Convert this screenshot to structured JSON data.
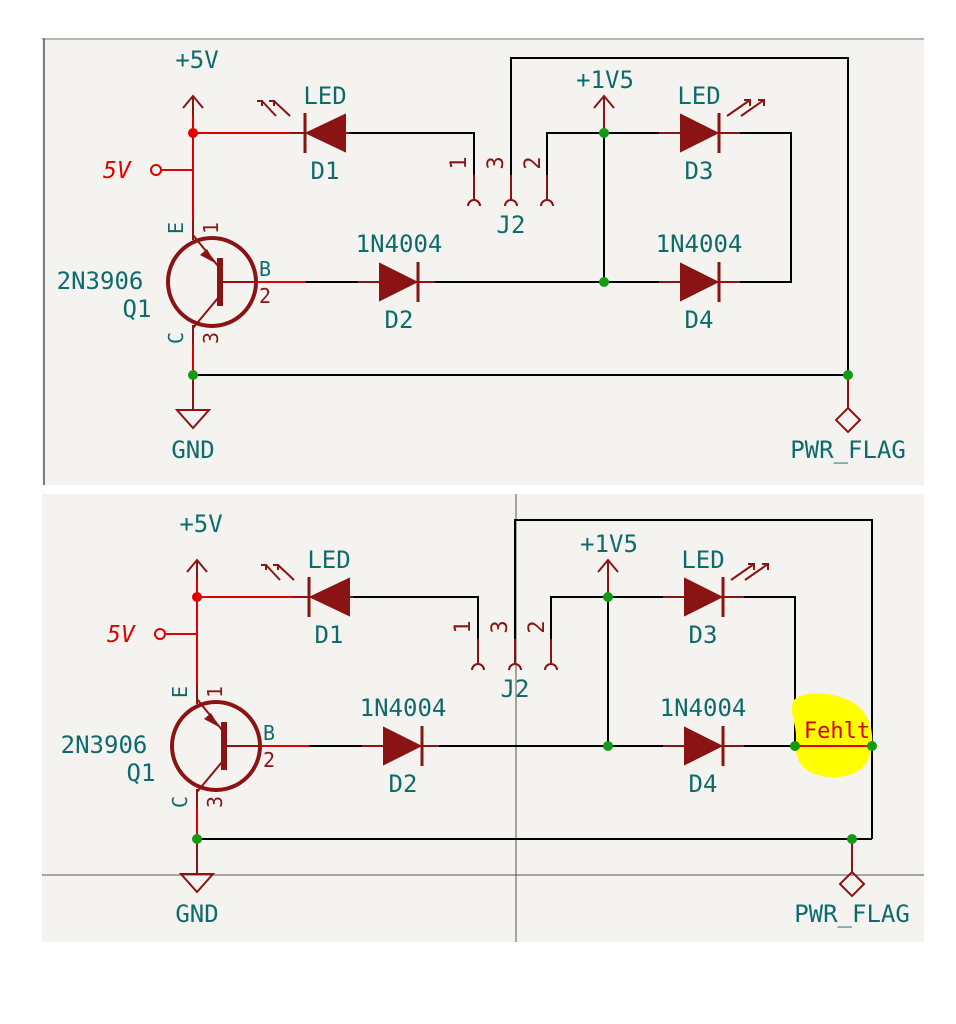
{
  "panels": [
    {
      "power_5v": "+5V",
      "power_1v5": "+1V5",
      "gnd": "GND",
      "pwr_flag": "PWR_FLAG",
      "global_label": "5V",
      "q1": {
        "value": "2N3906",
        "ref": "Q1",
        "pin_e": "E",
        "pin_b": "B",
        "pin_c": "C",
        "num_e": "1",
        "num_b": "2",
        "num_c": "3"
      },
      "d1": {
        "value": "LED",
        "ref": "D1"
      },
      "d2": {
        "value": "1N4004",
        "ref": "D2"
      },
      "d3": {
        "value": "LED",
        "ref": "D3"
      },
      "d4": {
        "value": "1N4004",
        "ref": "D4"
      },
      "j2": {
        "ref": "J2",
        "pin1": "1",
        "pin2": "2",
        "pin3": "3"
      }
    },
    {
      "power_5v": "+5V",
      "power_1v5": "+1V5",
      "gnd": "GND",
      "pwr_flag": "PWR_FLAG",
      "global_label": "5V",
      "q1": {
        "value": "2N3906",
        "ref": "Q1",
        "pin_e": "E",
        "pin_b": "B",
        "pin_c": "C",
        "num_e": "1",
        "num_b": "2",
        "num_c": "3"
      },
      "d1": {
        "value": "LED",
        "ref": "D1"
      },
      "d2": {
        "value": "1N4004",
        "ref": "D2"
      },
      "d3": {
        "value": "LED",
        "ref": "D3"
      },
      "d4": {
        "value": "1N4004",
        "ref": "D4"
      },
      "j2": {
        "ref": "J2",
        "pin1": "1",
        "pin2": "2",
        "pin3": "3"
      },
      "annotation": "Fehlt"
    }
  ],
  "colors": {
    "wire": "#000000",
    "symbol": "#8a1414",
    "text": "#0d6b6b",
    "junction": "#139a13",
    "net_red": "#e00000",
    "highlight": "#ffff00",
    "background": "#f4f3f0"
  }
}
